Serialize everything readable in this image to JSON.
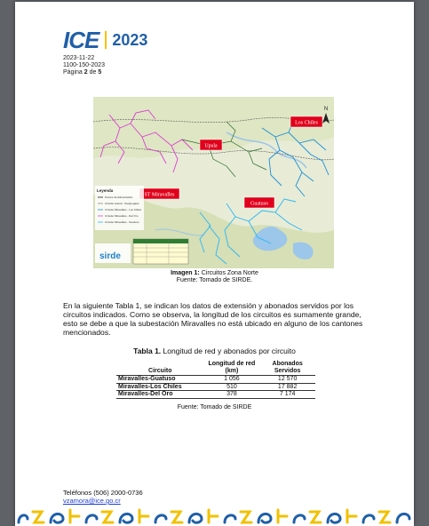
{
  "header": {
    "logo_text": "ICE",
    "year": "2023"
  },
  "meta": {
    "date": "2023-11-22",
    "ref": "1100-150-2023",
    "page_label": "Página",
    "page_num": "2",
    "page_sep": "de",
    "page_total": "5"
  },
  "map": {
    "labels": [
      "Upala",
      "Los Chiles",
      "ST Miravalles",
      "Guatuso"
    ],
    "legend_title": "Leyenda",
    "legend_items": [
      {
        "label": "Puntos de Alimentación",
        "color": "#222222"
      },
      {
        "label": "Circuito Arenal - Sangregado",
        "color": "#8a8a8a"
      },
      {
        "label": "Circuito Miravalles - Los Chiles",
        "color": "#1a8fd8"
      },
      {
        "label": "Circuito Miravalles - Del Oro",
        "color": "#d93fd0"
      },
      {
        "label": "Circuito Miravalles - Guatuso",
        "color": "#29b6f6"
      }
    ],
    "logo": "sirde",
    "compass": "N"
  },
  "caption1": {
    "bold": "Imagen 1:",
    "text": " Circuitos Zona Norte",
    "source": "Fuente: Tomado de SIRDE."
  },
  "paragraph": "En la siguiente Tabla 1, se indican los datos de extensión y abonados servidos por los circuitos indicados. Como se observa, la longitud de los circuitos es sumamente grande, esto se debe a que la subestación Miravalles no está ubicado en alguno de los cantones mencionados.",
  "table": {
    "title_bold": "Tabla 1.",
    "title_text": " Longitud de red y abonados por circuito",
    "headers": [
      "Circuito",
      "Longitud de red (km)",
      "Abonados Servidos"
    ],
    "rows": [
      [
        "Miravalles-Guatuso",
        "1 056",
        "12 570"
      ],
      [
        "Miravalles-Los Chiles",
        "510",
        "17 882"
      ],
      [
        "Miravalles-Del Oro",
        "378",
        "7 174"
      ]
    ],
    "source": "Fuente: Tomado de SIRDE"
  },
  "footer": {
    "phone": "Teléfonos (506) 2000-0736",
    "email": "vzamora@ice.go.cr"
  },
  "colors": {
    "brand_blue": "#1f5fa8",
    "brand_yellow": "#f2c100",
    "label_red": "#e0001b"
  }
}
